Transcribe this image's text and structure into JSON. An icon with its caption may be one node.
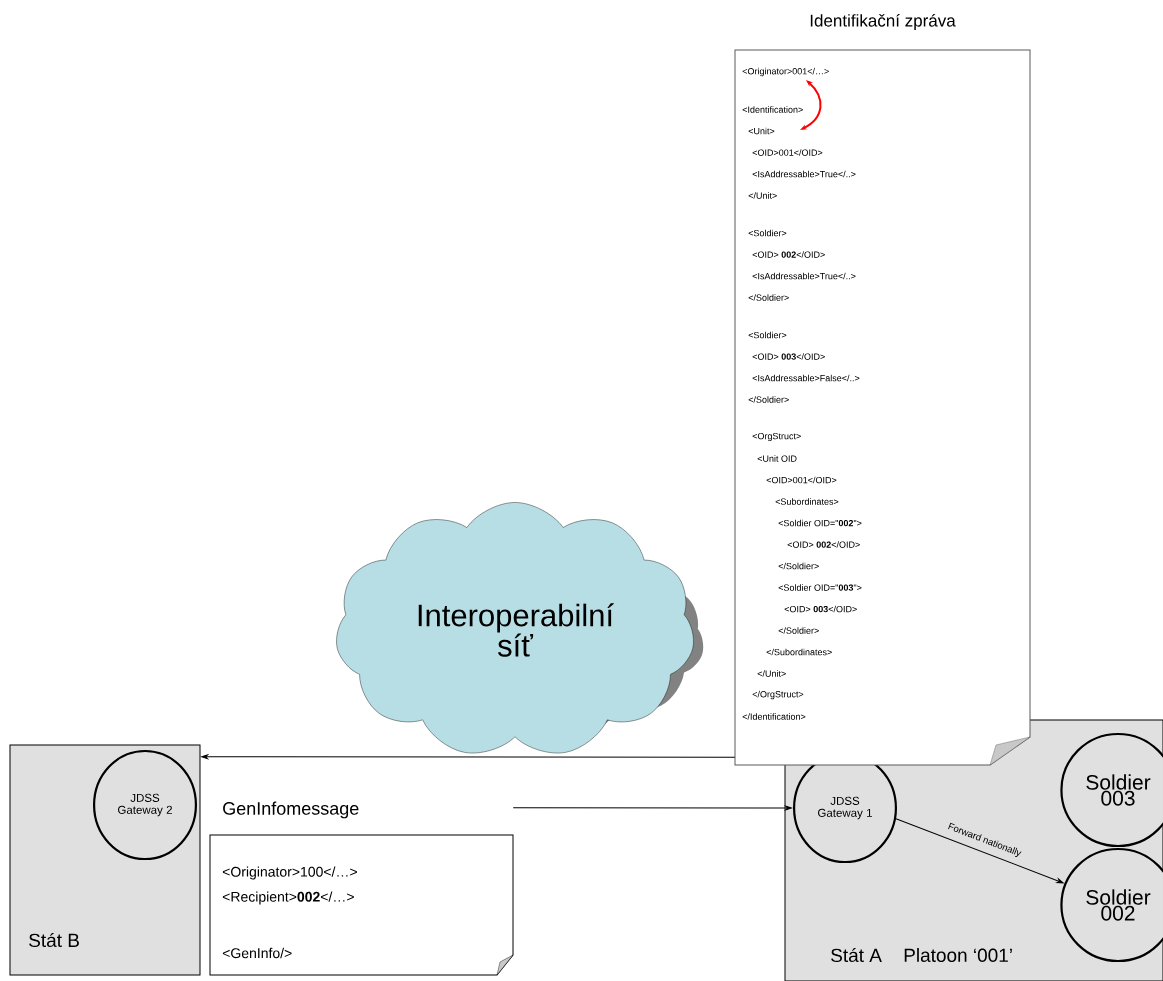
{
  "diagram": {
    "nodes": [
      {
        "text": [
          "Identifikační zpráva",
          "<Originator>001</…>",
          "<Identification>",
          "<Unit>",
          "<OID>001</OID>",
          "<IsAddressable>True</..>",
          "</Unit>",
          "<Soldier>",
          "<OID> **002**</OID>",
          "<IsAddressable>True</..>",
          "</Soldier>",
          "<Soldier>",
          "<OID> **003**</OID>",
          "<IsAddressable>False</..>",
          "</Soldier>",
          "<OrgStruct>",
          "<Unit OID",
          "<OID>001</OID>",
          "<Subordinates>",
          "<Soldier OID=\"**002**\">",
          "<OID> **002**</OID>",
          "</Soldier>",
          "<Soldier OID=\"**003**\">",
          "<OID> **003**</OID>",
          "</Soldier>",
          "</Subordinates>",
          "</Unit>",
          "</OrgStruct>",
          "</Identification>"
        ]
      },
      {
        "text": [
          "Interoperabilní síť"
        ]
      },
      {
        "text": [
          "Stát B"
        ]
      },
      {
        "text": [
          "JDSS Gateway 2"
        ],
        "in": 2
      },
      {
        "text": [
          "GenInfomessage",
          "<Originator>100</…>",
          "<Recipient>**002**</…>",
          "<GenInfo/>"
        ]
      },
      {
        "text": [
          "Stát A",
          "Platoon ‘001’"
        ]
      },
      {
        "text": [
          "JDSS Gateway 1"
        ],
        "in": 5
      },
      {
        "text": [
          "Soldier 003"
        ],
        "in": 5
      },
      {
        "text": [
          "Soldier 002"
        ],
        "in": 5
      }
    ],
    "edges": [
      {
        "from": 0,
        "to": 2,
        "arrow": "to"
      },
      {
        "from": 4,
        "to": 6,
        "arrow": "to"
      },
      {
        "from": 6,
        "to": 8,
        "arrow": "to",
        "label": "Forward nationally"
      }
    ]
  }
}
